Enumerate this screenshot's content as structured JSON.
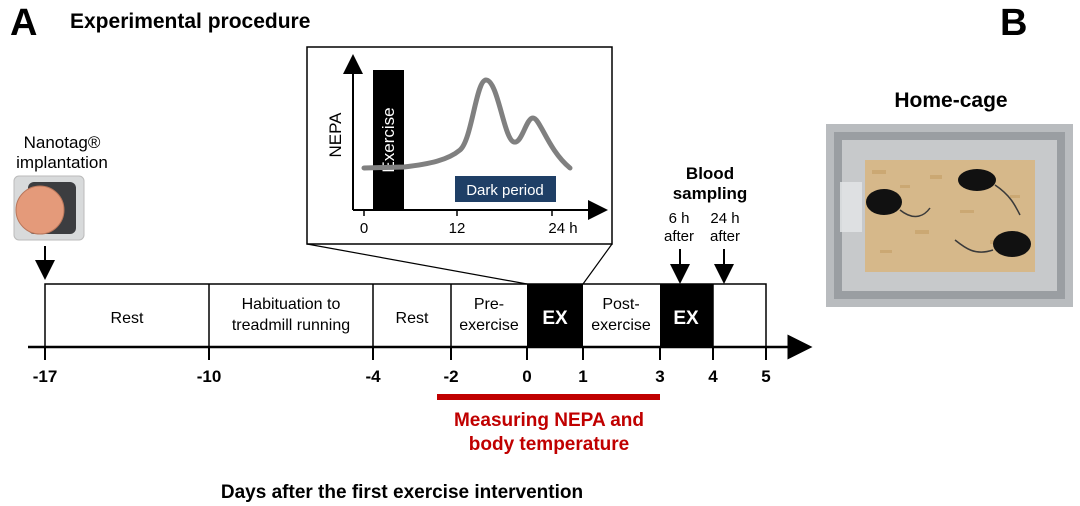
{
  "panel_a": {
    "letter": "A",
    "title": "Experimental procedure",
    "implant": {
      "label_line1": "Nanotag®",
      "label_line2": "implantation"
    },
    "inset": {
      "y_label": "NEPA",
      "exercise_label": "Exercise",
      "dark_label": "Dark period",
      "ticks": [
        "0",
        "12",
        "24 h"
      ]
    },
    "blood": {
      "title_line1": "Blood",
      "title_line2": "sampling",
      "t1_line1": "6 h",
      "t1_line2": "after",
      "t2_line1": "24 h",
      "t2_line2": "after"
    },
    "segments": [
      {
        "line1": "Rest",
        "line2": ""
      },
      {
        "line1": "Habituation to",
        "line2": "treadmill running"
      },
      {
        "line1": "Rest",
        "line2": ""
      },
      {
        "line1": "Pre-",
        "line2": "exercise"
      },
      {
        "line1": "EX",
        "line2": ""
      },
      {
        "line1": "Post-",
        "line2": "exercise"
      },
      {
        "line1": "EX",
        "line2": ""
      },
      {
        "line1": "",
        "line2": ""
      }
    ],
    "axis_ticks": [
      "-17",
      "-10",
      "-4",
      "-2",
      "0",
      "1",
      "3",
      "4",
      "5"
    ],
    "measure": {
      "line1": "Measuring NEPA and",
      "line2": "body temperature"
    },
    "x_title": "Days after the first exercise intervention",
    "colors": {
      "ex": "#000000",
      "measure": "#c00000",
      "dark": "#1f3f66",
      "curve": "#808080"
    }
  },
  "panel_b": {
    "letter": "B",
    "title": "Home-cage"
  }
}
